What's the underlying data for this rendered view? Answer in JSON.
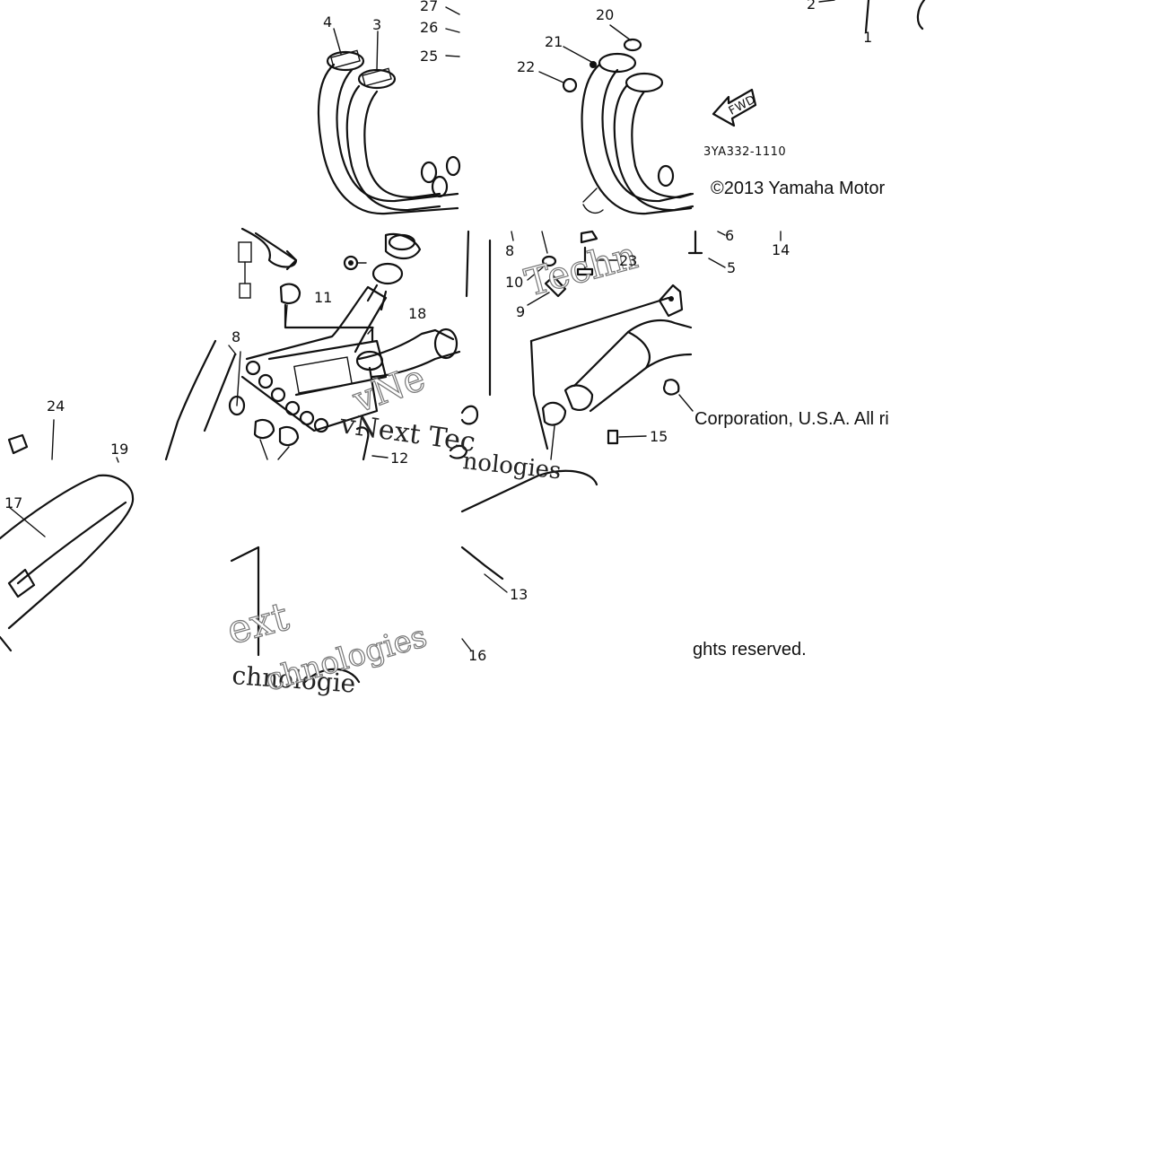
{
  "diagram": {
    "drawing_code": "3YA332-1110",
    "fwd_label": "FWD",
    "copyright_parts": [
      "©2013 Yamaha Motor",
      "Corporation, U.S.A. All ri",
      "ghts reserved."
    ],
    "watermarks": [
      "Techn",
      "vNext Tec",
      "nologies",
      "ext",
      "chnologie",
      "chnologies",
      "vNe"
    ],
    "part_labels": [
      "27",
      "26",
      "25",
      "4",
      "3",
      "20",
      "21",
      "22",
      "2",
      "1",
      "8",
      "10",
      "9",
      "23",
      "6",
      "5",
      "14",
      "11",
      "18",
      "8",
      "24",
      "19",
      "17",
      "12",
      "15",
      "13",
      "16"
    ]
  }
}
